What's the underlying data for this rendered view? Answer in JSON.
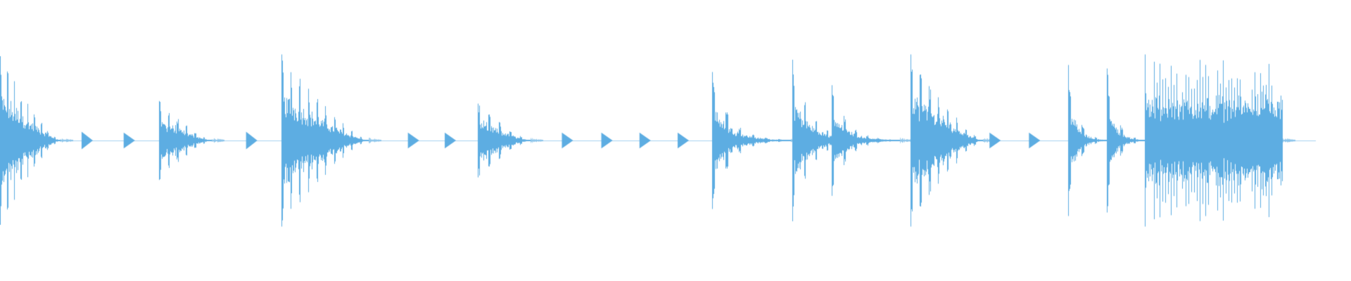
{
  "waveform": {
    "color": "#5DADE2",
    "background": "#FFFFFF",
    "events": [
      {
        "kind": "hit",
        "t": 0.0,
        "peak": 0.96,
        "len": 0.046,
        "pulses": 9,
        "shape": "burst"
      },
      {
        "kind": "tick",
        "t": 0.062,
        "peak": 0.1
      },
      {
        "kind": "tick",
        "t": 0.094,
        "peak": 0.09
      },
      {
        "kind": "hit",
        "t": 0.121,
        "peak": 0.45,
        "len": 0.04,
        "pulses": 6,
        "shape": "burst"
      },
      {
        "kind": "tick",
        "t": 0.187,
        "peak": 0.1
      },
      {
        "kind": "hit",
        "t": 0.214,
        "peak": 0.98,
        "len": 0.066,
        "pulses": 10,
        "shape": "burst"
      },
      {
        "kind": "tick",
        "t": 0.31,
        "peak": 0.09
      },
      {
        "kind": "tick",
        "t": 0.338,
        "peak": 0.09
      },
      {
        "kind": "hit",
        "t": 0.363,
        "peak": 0.42,
        "len": 0.04,
        "pulses": 5,
        "shape": "burst"
      },
      {
        "kind": "tick",
        "t": 0.427,
        "peak": 0.09
      },
      {
        "kind": "tick",
        "t": 0.457,
        "peak": 0.09
      },
      {
        "kind": "tick",
        "t": 0.486,
        "peak": 0.09
      },
      {
        "kind": "tick",
        "t": 0.515,
        "peak": 0.09
      },
      {
        "kind": "hit",
        "t": 0.541,
        "peak": 0.78,
        "len": 0.06,
        "pulses": 6,
        "shape": "decay"
      },
      {
        "kind": "hit",
        "t": 0.602,
        "peak": 0.92,
        "len": 0.06,
        "pulses": 7,
        "shape": "decay"
      },
      {
        "kind": "hit",
        "t": 0.632,
        "peak": 0.63,
        "len": 0.052,
        "pulses": 6,
        "shape": "decay"
      },
      {
        "kind": "hit",
        "t": 0.692,
        "peak": 0.98,
        "len": 0.055,
        "pulses": 8,
        "shape": "burst"
      },
      {
        "kind": "tick",
        "t": 0.752,
        "peak": 0.09
      },
      {
        "kind": "tick",
        "t": 0.782,
        "peak": 0.09
      },
      {
        "kind": "hit",
        "t": 0.812,
        "peak": 0.86,
        "len": 0.03,
        "pulses": 3,
        "shape": "decay"
      },
      {
        "kind": "hit",
        "t": 0.841,
        "peak": 0.82,
        "len": 0.03,
        "pulses": 3,
        "shape": "decay"
      },
      {
        "kind": "roll",
        "t": 0.87,
        "peak": 0.98,
        "len": 0.105,
        "pulses": 48,
        "shape": "roll"
      }
    ]
  }
}
